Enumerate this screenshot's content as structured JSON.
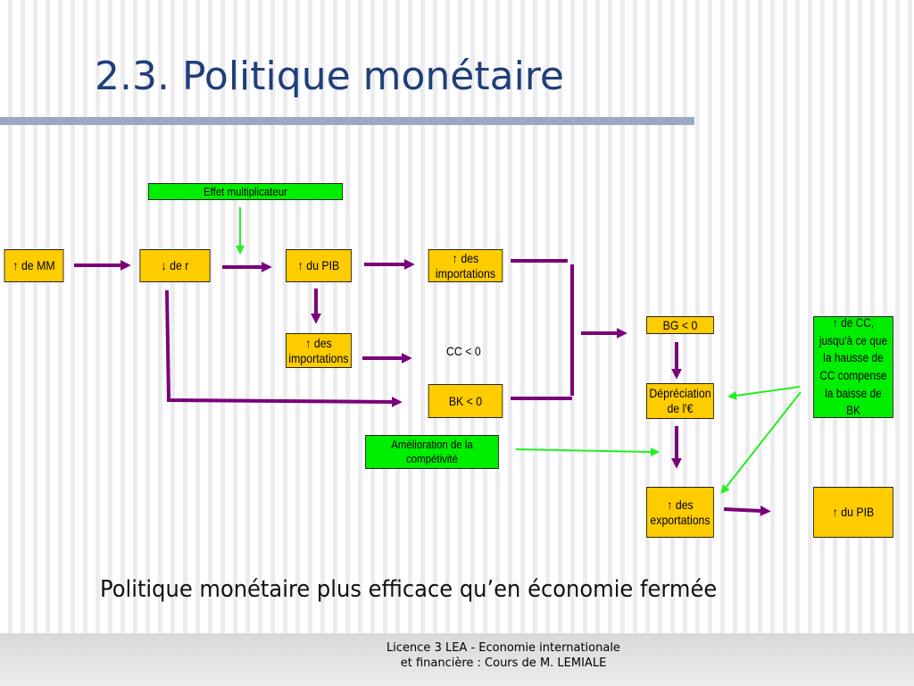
{
  "slide": {
    "title": "2.3. Politique monétaire",
    "conclusion": "Politique monétaire plus efficace qu’en économie fermée",
    "footer_line1": "Licence 3 LEA - Economie internationale",
    "footer_line2": "et financière : Cours de M. LEMIALE"
  },
  "colors": {
    "title": "#1f3f7a",
    "rule": "#9aa8c2",
    "yellow_box": "#ffcc00",
    "green_box": "#00ee00",
    "purple_arrow": "#7a007a",
    "green_arrow": "#22ee22"
  },
  "diagram": {
    "effet_multiplicateur": "Effet multiplicateur",
    "mm": "↑ de MM",
    "r": "↓ de r",
    "pib1": "↑ du PIB",
    "imports_top_1": "↑ des",
    "imports_top_2": "importations",
    "imports_mid_1": "↑ des",
    "imports_mid_2": "importations",
    "cc": "CC < 0",
    "bk": "BK < 0",
    "amelioration_1": "Amélioration de la",
    "amelioration_2": "compétivité",
    "bg": "BG < 0",
    "depreciation_1": "Dépréciation",
    "depreciation_2": "de l'€",
    "exports_1": "↑ des",
    "exports_2": "exportations",
    "pib2": "↑ du PIB",
    "cc_hausse_1": "↑ de CC,",
    "cc_hausse_2": "jusqu'à ce que",
    "cc_hausse_3": "la hausse de",
    "cc_hausse_4": "CC compense",
    "cc_hausse_5": "la baisse de",
    "cc_hausse_6": "BK"
  }
}
